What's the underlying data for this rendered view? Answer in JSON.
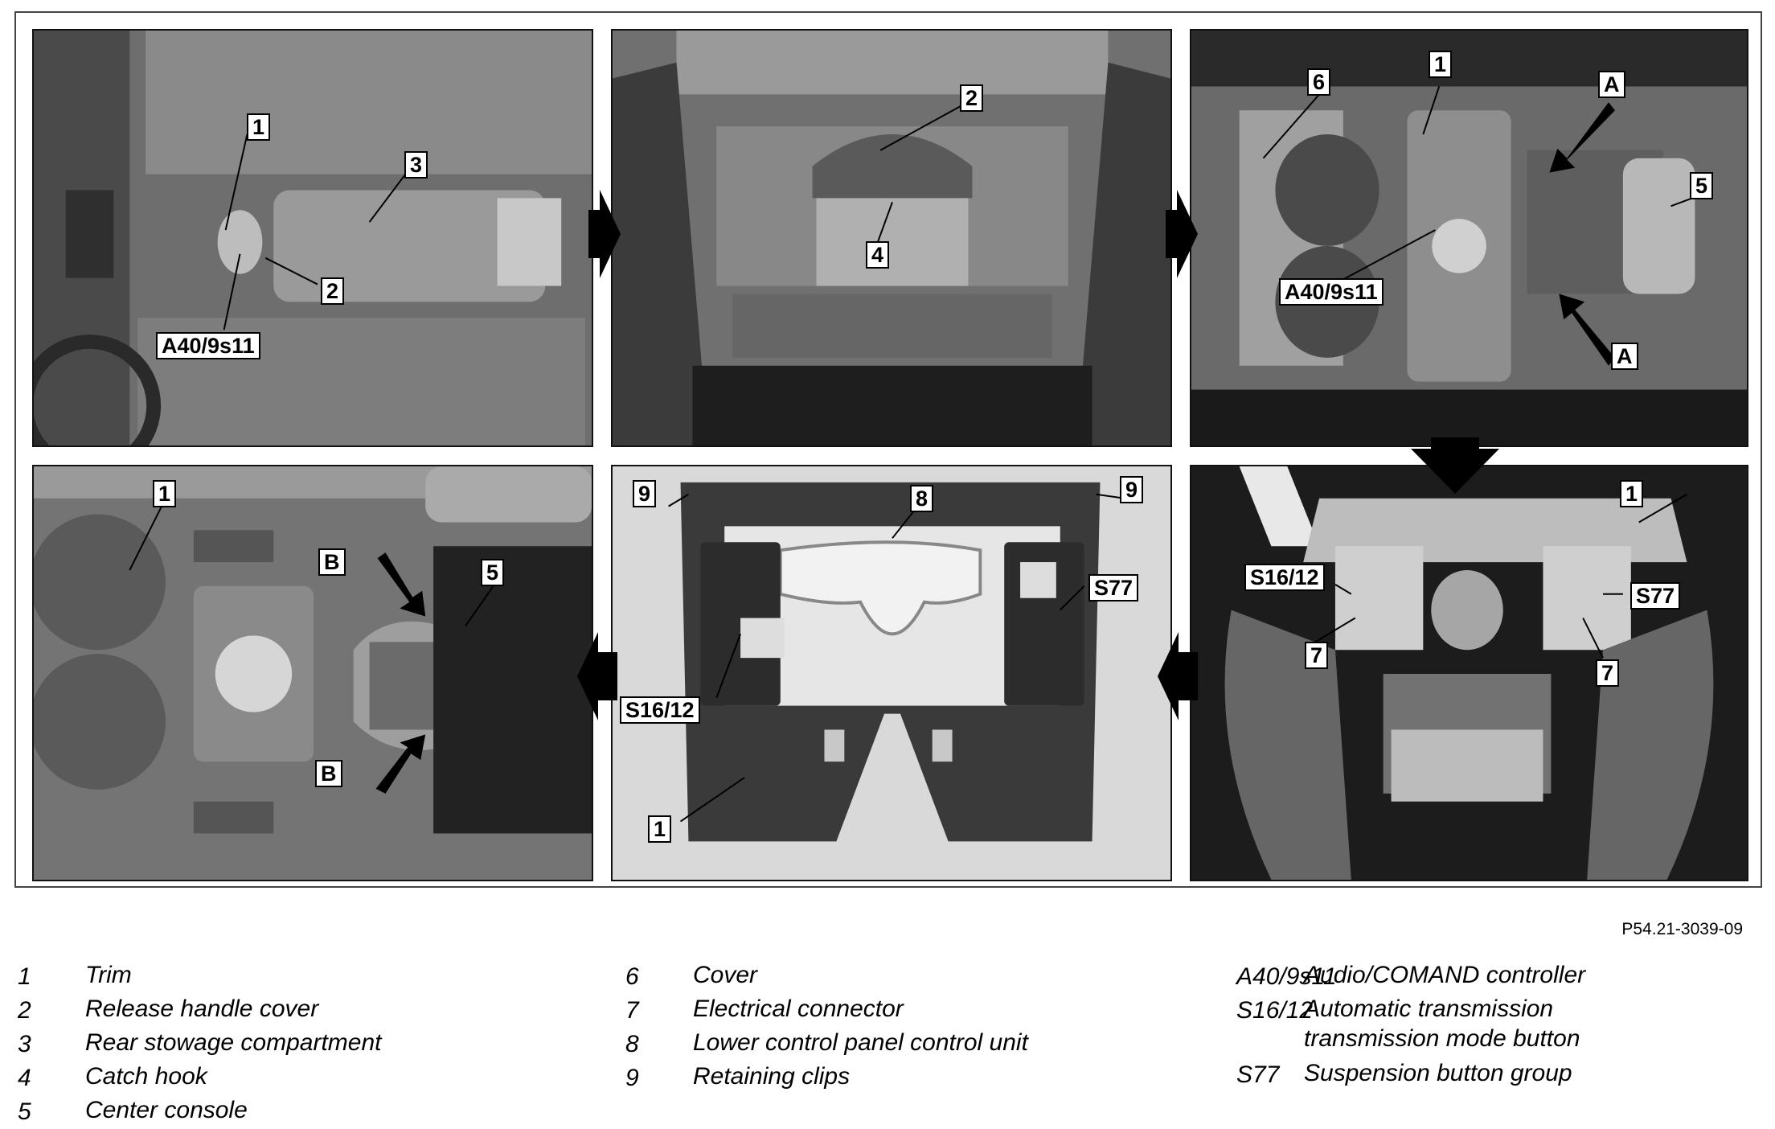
{
  "figure_ref": "P54.21-3039-09",
  "panels": [
    {
      "callouts": [
        "1",
        "3",
        "2",
        "A40/9s11"
      ]
    },
    {
      "callouts": [
        "2",
        "4"
      ]
    },
    {
      "callouts": [
        "6",
        "1",
        "A",
        "5",
        "A40/9s11",
        "A"
      ]
    },
    {
      "callouts": [
        "1",
        "B",
        "5",
        "B"
      ]
    },
    {
      "callouts": [
        "9",
        "8",
        "9",
        "S77",
        "S16/12",
        "1"
      ]
    },
    {
      "callouts": [
        "1",
        "S16/12",
        "S77",
        "7",
        "7"
      ]
    }
  ],
  "legend": {
    "col1": [
      {
        "num": "1",
        "label": "Trim"
      },
      {
        "num": "2",
        "label": "Release handle cover"
      },
      {
        "num": "3",
        "label": "Rear stowage compartment"
      },
      {
        "num": "4",
        "label": "Catch hook"
      },
      {
        "num": "5",
        "label": "Center console"
      }
    ],
    "col2": [
      {
        "num": "6",
        "label": "Cover"
      },
      {
        "num": "7",
        "label": "Electrical connector"
      },
      {
        "num": "8",
        "label": "Lower control panel control unit"
      },
      {
        "num": "9",
        "label": "Retaining clips"
      }
    ],
    "col3": [
      {
        "num": "A40/9s11",
        "label": "Audio/COMAND controller"
      },
      {
        "num": "S16/12",
        "label": "Automatic transmission\ntransmission mode button"
      },
      {
        "num": "S77",
        "label": "Suspension button group"
      }
    ]
  }
}
